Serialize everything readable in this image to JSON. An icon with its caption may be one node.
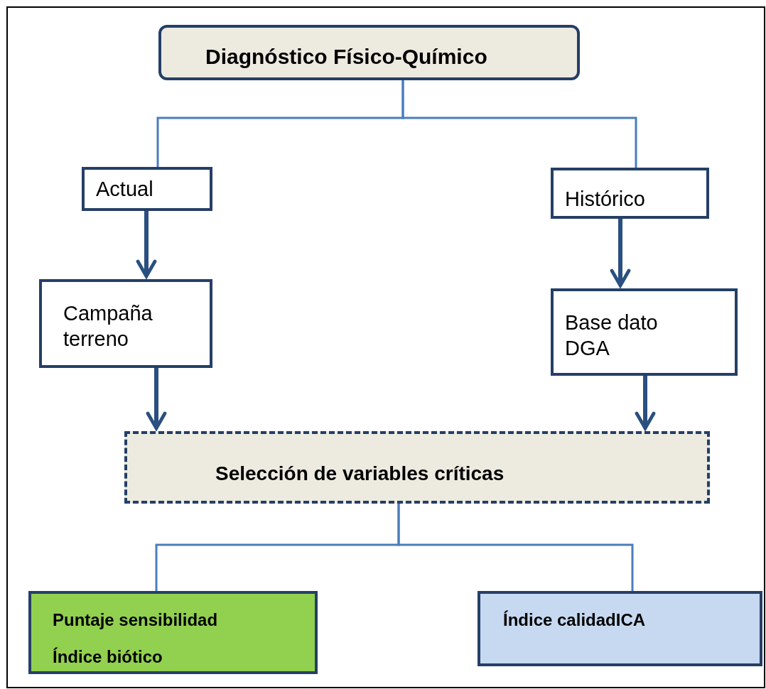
{
  "diagram": {
    "nodes": [
      {
        "text": [
          "Diagnóstico Físico-Químico"
        ]
      },
      {
        "text": [
          "Actual"
        ]
      },
      {
        "text": [
          "Histórico"
        ]
      },
      {
        "text": [
          "Campaña terreno"
        ]
      },
      {
        "text": [
          "Base dato DGA"
        ]
      },
      {
        "text": [
          "Selección de variables críticas"
        ]
      },
      {
        "text": [
          "Puntaje sensibilidad",
          "Índice biótico"
        ]
      },
      {
        "text": [
          "Índice calidadICA"
        ]
      }
    ],
    "edges": [
      {
        "from": 0,
        "to": 1,
        "arrow": "none"
      },
      {
        "from": 0,
        "to": 2,
        "arrow": "none"
      },
      {
        "from": 1,
        "to": 3,
        "arrow": "to",
        "style": "thick"
      },
      {
        "from": 2,
        "to": 4,
        "arrow": "to",
        "style": "thick"
      },
      {
        "from": 3,
        "to": 5,
        "arrow": "to",
        "style": "thick"
      },
      {
        "from": 4,
        "to": 5,
        "arrow": "to",
        "style": "thick"
      },
      {
        "from": 5,
        "to": 6,
        "arrow": "none"
      },
      {
        "from": 5,
        "to": 7,
        "arrow": "none"
      }
    ]
  }
}
